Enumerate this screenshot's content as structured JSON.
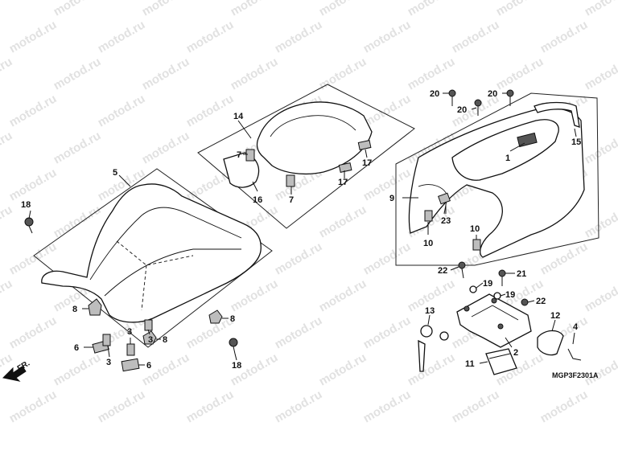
{
  "watermark_text": "motod.ru",
  "diagram_code": "MGP3F2301A",
  "direction_label": "FR.",
  "callouts": {
    "c1": "1",
    "c2": "2",
    "c3a": "3",
    "c3b": "3",
    "c3c": "3",
    "c4": "4",
    "c5": "5",
    "c6a": "6",
    "c6b": "6",
    "c7a": "7",
    "c7b": "7",
    "c8a": "8",
    "c8b": "8",
    "c8c": "8",
    "c9": "9",
    "c10a": "10",
    "c10b": "10",
    "c11": "11",
    "c12": "12",
    "c13": "13",
    "c14": "14",
    "c15": "15",
    "c16": "16",
    "c17a": "17",
    "c17b": "17",
    "c18a": "18",
    "c18b": "18",
    "c19a": "19",
    "c19b": "19",
    "c20a": "20",
    "c20b": "20",
    "c20c": "20",
    "c21": "21",
    "c22a": "22",
    "c22b": "22",
    "c23": "23"
  }
}
